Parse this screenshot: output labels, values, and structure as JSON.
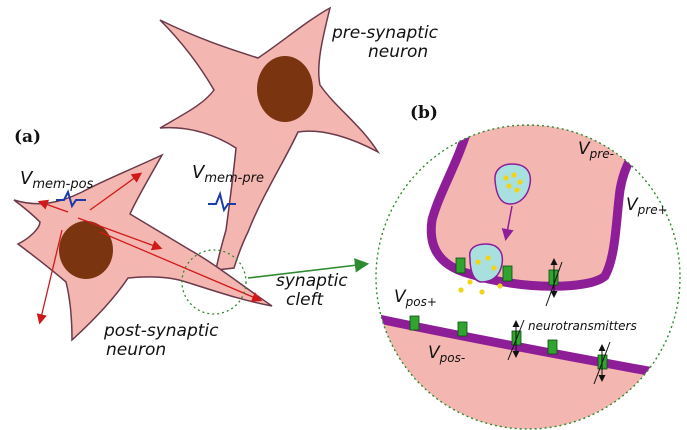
{
  "colors": {
    "neuron_fill": "#f4b6b0",
    "neuron_stroke": "#6a3a4a",
    "nucleus": "#7a3410",
    "membrane": "#8e1e98",
    "channel": "#2fa52f",
    "vesicle_fill": "#a8e0e0",
    "vesicle_dot": "#f1d416",
    "signal": "#1b3aa8",
    "arrow_red": "#d01a1a",
    "zoom_green": "#2e8a2e"
  },
  "panel_a": {
    "letter": "(a)",
    "pre_label_line1": "pre-synaptic",
    "pre_label_line2": "neuron",
    "post_label_line1": "post-synaptic",
    "post_label_line2": "neuron",
    "vmem_pos_main": "V",
    "vmem_pos_sub": "mem-pos",
    "vmem_pre_main": "V",
    "vmem_pre_sub": "mem-pre",
    "cleft_line1": "synaptic",
    "cleft_line2": "cleft"
  },
  "panel_b": {
    "letter": "(b)",
    "vpre_minus_main": "V",
    "vpre_minus_sub": "pre-",
    "vpre_plus_main": "V",
    "vpre_plus_sub": "pre+",
    "vpos_plus_main": "V",
    "vpos_plus_sub": "pos+",
    "vpos_minus_main": "V",
    "vpos_minus_sub": "pos-",
    "neurotransmitters": "neurotransmitters"
  }
}
